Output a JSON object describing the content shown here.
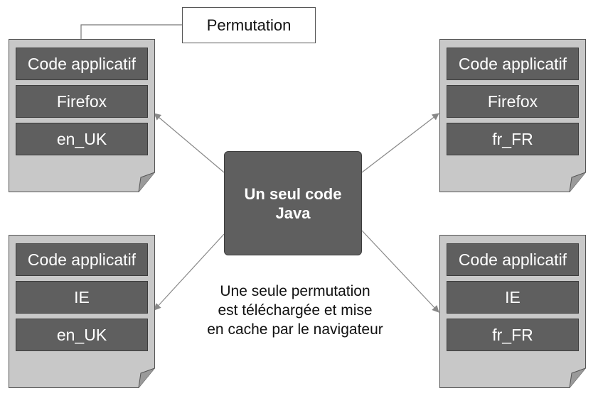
{
  "center": {
    "line1": "Un seul code",
    "line2": "Java"
  },
  "callout": "Permutation",
  "caption": [
    "Une seule permutation",
    "est téléchargée et mise",
    "en cache par le navigateur"
  ],
  "permutations": [
    {
      "code": "Code applicatif",
      "browser": "Firefox",
      "locale": "en_UK"
    },
    {
      "code": "Code applicatif",
      "browser": "Firefox",
      "locale": "fr_FR"
    },
    {
      "code": "Code applicatif",
      "browser": "IE",
      "locale": "en_UK"
    },
    {
      "code": "Code applicatif",
      "browser": "IE",
      "locale": "fr_FR"
    }
  ],
  "colors": {
    "box": "#5f5f5f",
    "page": "#c8c8c8",
    "text_light": "#ffffff"
  }
}
